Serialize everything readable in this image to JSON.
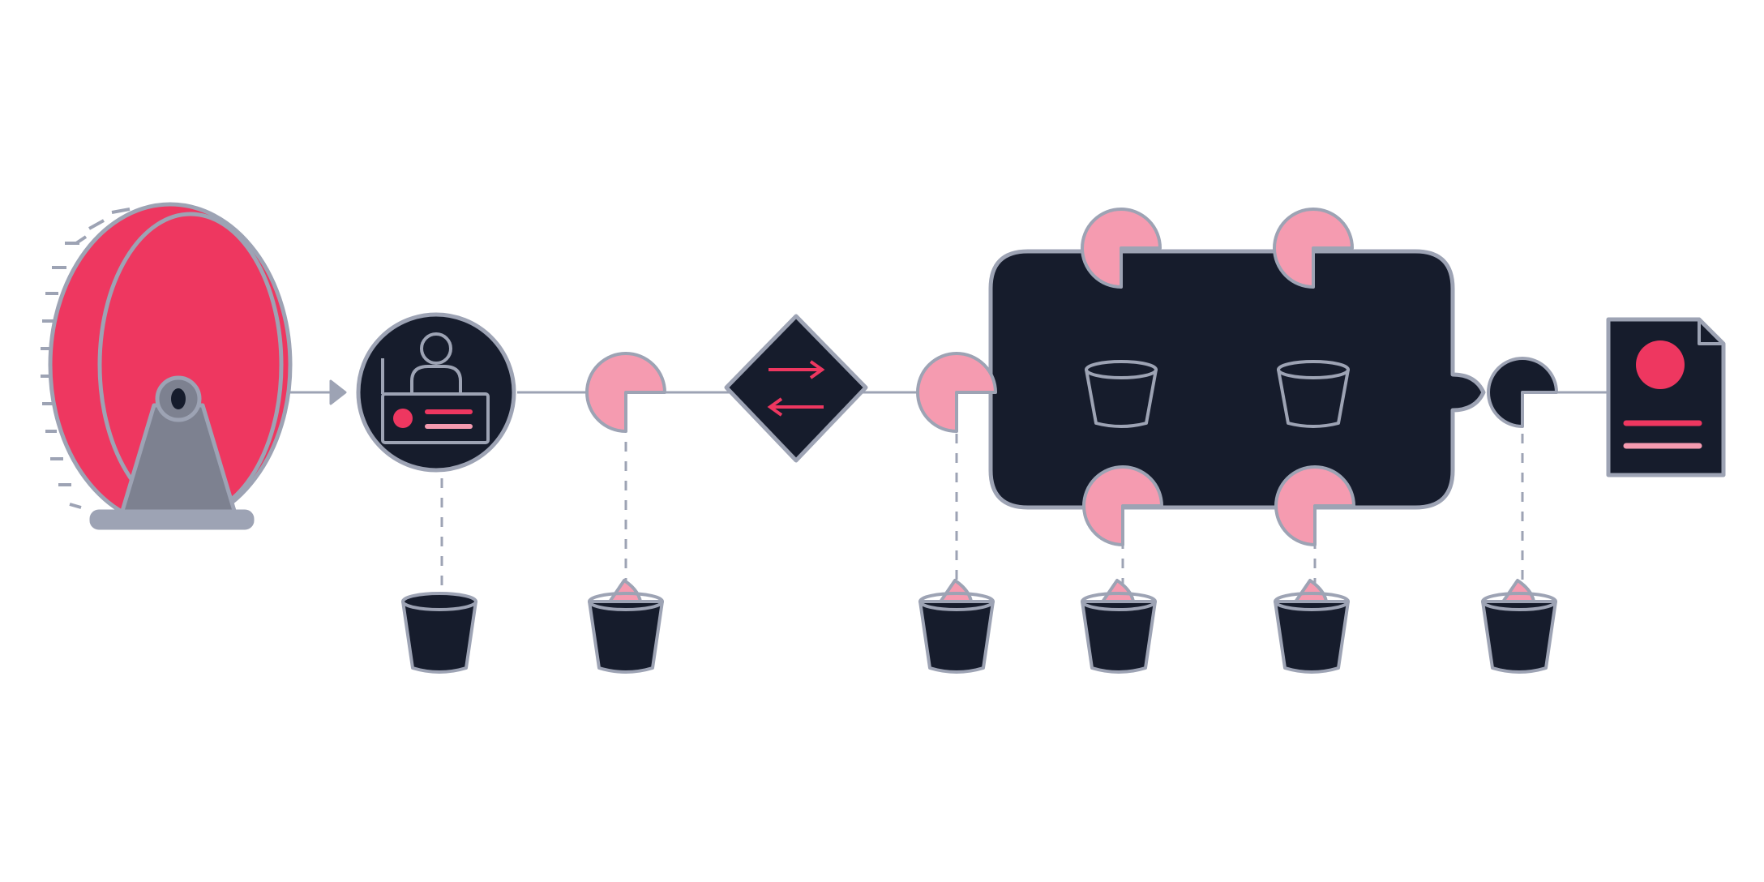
{
  "colors": {
    "background": "#ffffff",
    "navy": "#161c2c",
    "outline": "#9da3b4",
    "red": "#ee3760",
    "pink": "#f59bb0",
    "metal": "#7d8190"
  },
  "nodes": [
    {
      "id": "hamster-wheel",
      "icon": "hamster-wheel-icon"
    },
    {
      "id": "operator-console",
      "icon": "person-at-desk-icon"
    },
    {
      "id": "pie-step-1",
      "icon": "pie-slice-icon"
    },
    {
      "id": "exchange",
      "icon": "swap-arrows-icon"
    },
    {
      "id": "pie-step-2",
      "icon": "pie-slice-icon"
    },
    {
      "id": "processing-block",
      "icon": "dark-container-icon"
    },
    {
      "id": "dark-pie-step",
      "icon": "dark-pie-icon"
    },
    {
      "id": "document",
      "icon": "document-icon"
    }
  ],
  "buckets": [
    {
      "id": "bucket-1",
      "contains_slice": false
    },
    {
      "id": "bucket-2",
      "contains_slice": true
    },
    {
      "id": "bucket-3",
      "contains_slice": true
    },
    {
      "id": "bucket-4",
      "contains_slice": true
    },
    {
      "id": "bucket-5",
      "contains_slice": true
    },
    {
      "id": "bucket-6",
      "contains_slice": true
    }
  ],
  "inner_buckets": [
    {
      "id": "inner-bucket-1",
      "contains_slice": false
    },
    {
      "id": "inner-bucket-2",
      "contains_slice": false
    }
  ]
}
